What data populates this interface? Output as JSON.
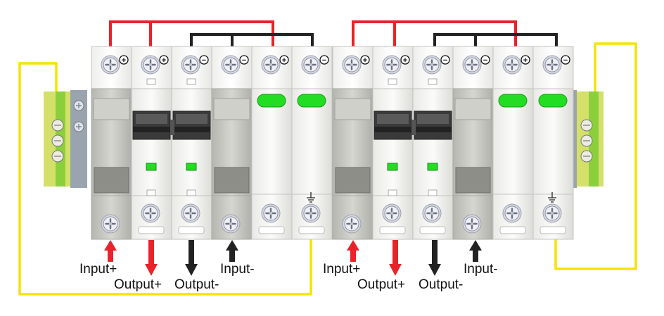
{
  "terminal_signs": {
    "plus": "+",
    "minus": "−"
  },
  "labels": {
    "input_plus": "Input+",
    "input_minus": "Input-",
    "output_plus": "Output+",
    "output_minus": "Output-"
  },
  "colors": {
    "positive_wire": "#e8232a",
    "negative_wire": "#222222",
    "ground_wire": "#f5e400",
    "indicator": "#22dd22",
    "breaker_body": "#d8d8d4",
    "dark_module": "#c8c8c2"
  },
  "icons": {
    "terminal": "phillips-screw-icon",
    "ground": "ground-icon",
    "arrow_in": "arrow-up-icon",
    "arrow_out": "arrow-down-icon"
  }
}
